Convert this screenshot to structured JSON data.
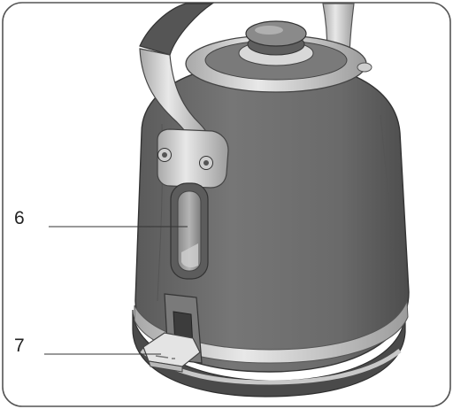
{
  "figure": {
    "subject": "kettle",
    "callouts": [
      {
        "number": "6",
        "target": "water-level-window"
      },
      {
        "number": "7",
        "target": "on-off-switch"
      }
    ]
  },
  "colors": {
    "frame": "#555555",
    "kettle_body": "#6f6f6f",
    "kettle_shade": "#4e4e4e",
    "kettle_dark": "#3a3a3a",
    "chrome": "#c9c9c9",
    "chrome_light": "#e6e6e6",
    "leader": "#333333"
  }
}
